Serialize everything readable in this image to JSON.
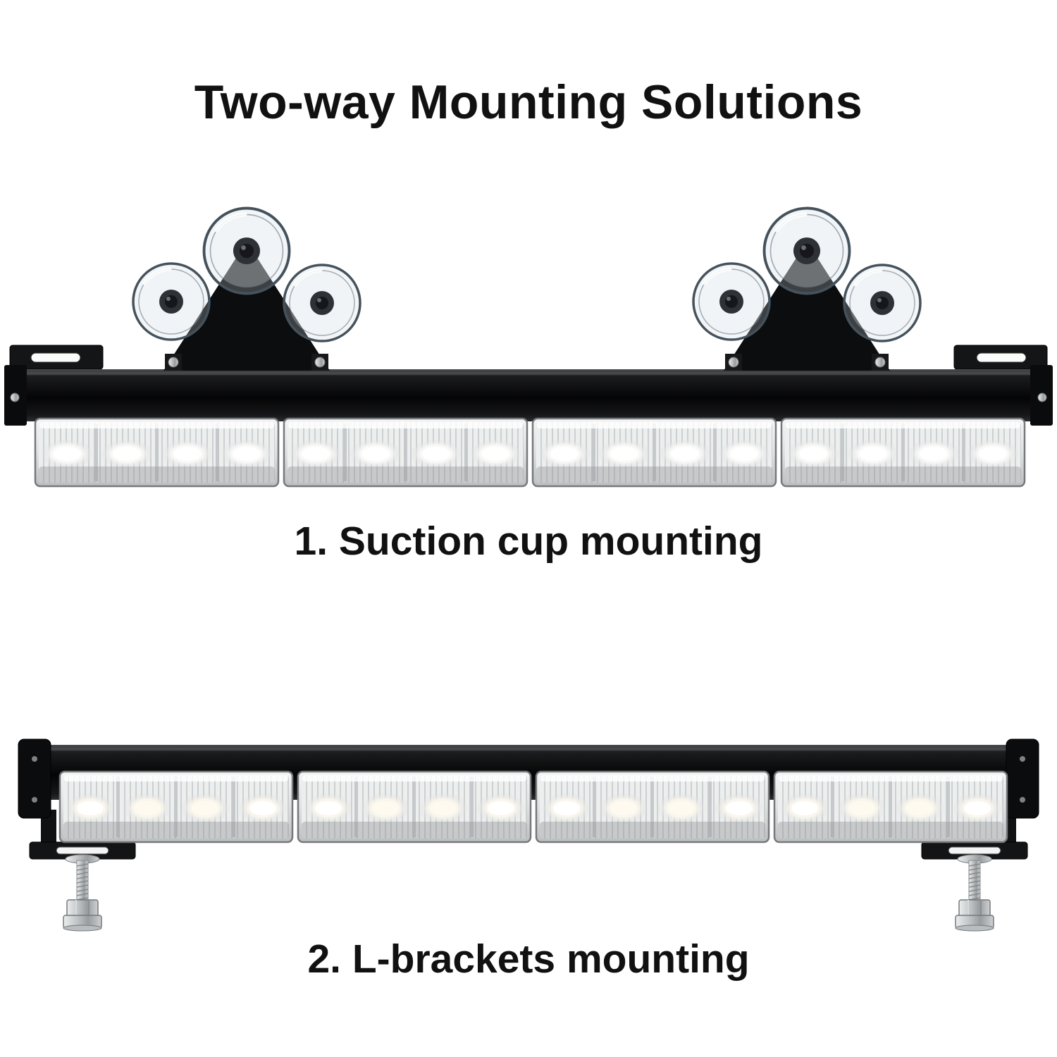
{
  "title": "Two-way Mounting Solutions",
  "sections": [
    {
      "caption": "1. Suction cup mounting"
    },
    {
      "caption": "2. L-brackets mounting"
    }
  ],
  "colors": {
    "background": "#ffffff",
    "text": "#111111",
    "bar_black": "#0a0a0a",
    "lens_gray": "#dfe1e2",
    "steel": "#b5b9bb"
  }
}
